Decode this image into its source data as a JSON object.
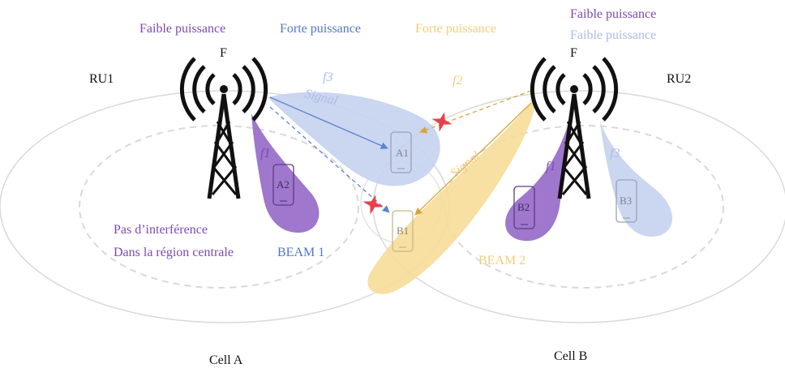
{
  "labels": {
    "ru1_faible": "Faible puissance",
    "ru1_forte": "Forte puissance",
    "ru2_forte": "Forte puissance",
    "ru2_faible_1": "Faible puissance",
    "ru2_faible_2": "Faible puissance",
    "ru1_f": "F",
    "ru2_f": "F",
    "ru1": "RU1",
    "ru2": "RU2",
    "f3_ru1": "f3",
    "signal_ru1": "Signal",
    "f2_ru2": "f2",
    "signal_ru2": "Signal",
    "f1_ru1": "f1",
    "f1_ru2": "f1",
    "f3_ru2": "f3",
    "no_interference_1": "Pas d’interférence",
    "no_interference_2": "Dans la région centrale",
    "beam1": "BEAM  1",
    "beam2": "BEAM  2",
    "cell_a": "Cell A",
    "cell_b": "Cell B"
  },
  "devices": {
    "a1": "A1",
    "a2": "A2",
    "b1": "B1",
    "b2": "B2",
    "b3": "B3"
  },
  "colors": {
    "purple": "#8e5fc4",
    "blue_beam": "#c5d2ee",
    "yellow_beam": "#f7dc98",
    "arrow_blue": "#5b85c9",
    "arrow_yellow": "#d9a53a",
    "interference": "#e8404a"
  }
}
